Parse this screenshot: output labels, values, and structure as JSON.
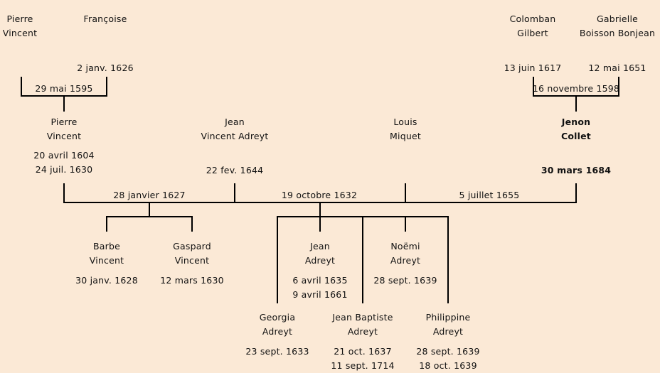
{
  "persons": {
    "pierre_vincent_sr": {
      "name": [
        "Pierre",
        "Vincent"
      ],
      "dates": []
    },
    "francoise": {
      "name": [
        "Françoise"
      ],
      "dates": [
        "2 janv. 1626"
      ]
    },
    "colomban_gilbert": {
      "name": [
        "Colomban",
        "Gilbert"
      ],
      "dates": [
        "13 juin 1617"
      ]
    },
    "gabrielle_boisson_bonjean": {
      "name": [
        "Gabrielle",
        "Boisson Bonjean"
      ],
      "dates": [
        "12 mai 1651"
      ]
    },
    "pierre_vincent": {
      "name": [
        "Pierre",
        "Vincent"
      ],
      "dates": [
        "20 avril 1604",
        "24 juil. 1630"
      ]
    },
    "jean_vincent_adreyt": {
      "name": [
        "Jean",
        "Vincent Adreyt"
      ],
      "dates": [
        "22 fev. 1644"
      ]
    },
    "louis_miquet": {
      "name": [
        "Louis",
        "Miquet"
      ],
      "dates": []
    },
    "jenon_collet": {
      "name": [
        "Jenon",
        "Collet"
      ],
      "dates": [
        "30 mars 1684"
      ],
      "highlighted": true
    },
    "barbe_vincent": {
      "name": [
        "Barbe",
        "Vincent"
      ],
      "dates": [
        "30 janv. 1628"
      ]
    },
    "gaspard_vincent": {
      "name": [
        "Gaspard",
        "Vincent"
      ],
      "dates": [
        "12 mars 1630"
      ]
    },
    "jean_adreyt": {
      "name": [
        "Jean",
        "Adreyt"
      ],
      "dates": [
        "6 avril 1635",
        "9 avril 1661"
      ]
    },
    "noemi_adreyt": {
      "name": [
        "Noëmi",
        "Adreyt"
      ],
      "dates": [
        "28 sept. 1639"
      ]
    },
    "georgia_adreyt": {
      "name": [
        "Georgia",
        "Adreyt"
      ],
      "dates": [
        "23 sept. 1633"
      ]
    },
    "jean_baptiste_adreyt": {
      "name": [
        "Jean Baptiste",
        "Adreyt"
      ],
      "dates": [
        "21 oct. 1637",
        "11 sept. 1714"
      ]
    },
    "philippine_adreyt": {
      "name": [
        "Philippine",
        "Adreyt"
      ],
      "dates": [
        "28 sept. 1639",
        "18 oct. 1639"
      ]
    }
  },
  "marriages": {
    "m1": {
      "date": "29 mai 1595"
    },
    "m2": {
      "date": "16 novembre 1598"
    },
    "m3": {
      "date": "28 janvier 1627"
    },
    "m4": {
      "date": "19 octobre 1632"
    },
    "m5": {
      "date": "5 juillet 1655"
    }
  },
  "colors": {
    "background": "#fbe9d6",
    "lines": "#000000",
    "text": "#111111"
  }
}
